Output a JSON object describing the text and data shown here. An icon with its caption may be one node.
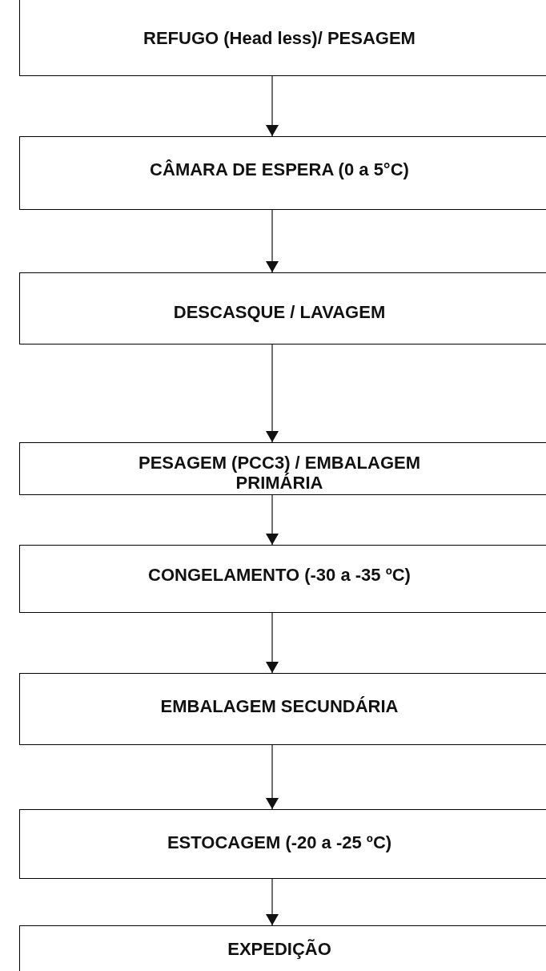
{
  "diagram": {
    "nodes": [
      {
        "text": [
          "REFUGO (Head less)/ PESAGEM"
        ]
      },
      {
        "text": [
          "CÂMARA DE ESPERA (0 a 5°C)"
        ]
      },
      {
        "text": [
          "DESCASQUE / LAVAGEM"
        ]
      },
      {
        "text": [
          "PESAGEM (PCC3) / EMBALAGEM PRIMÁRIA"
        ]
      },
      {
        "text": [
          "CONGELAMENTO (-30 a -35 ºC)"
        ]
      },
      {
        "text": [
          "EMBALAGEM SECUNDÁRIA"
        ]
      },
      {
        "text": [
          "ESTOCAGEM (-20 a -25 ºC)"
        ]
      },
      {
        "text": [
          "EXPEDIÇÃO"
        ]
      }
    ],
    "edges": [
      {
        "from": 0,
        "to": 1,
        "arrow": "to"
      },
      {
        "from": 1,
        "to": 2,
        "arrow": "to"
      },
      {
        "from": 2,
        "to": 3,
        "arrow": "to"
      },
      {
        "from": 3,
        "to": 4,
        "arrow": "to"
      },
      {
        "from": 4,
        "to": 5,
        "arrow": "to"
      },
      {
        "from": 5,
        "to": 6,
        "arrow": "to"
      },
      {
        "from": 6,
        "to": 7,
        "arrow": "to"
      }
    ]
  }
}
